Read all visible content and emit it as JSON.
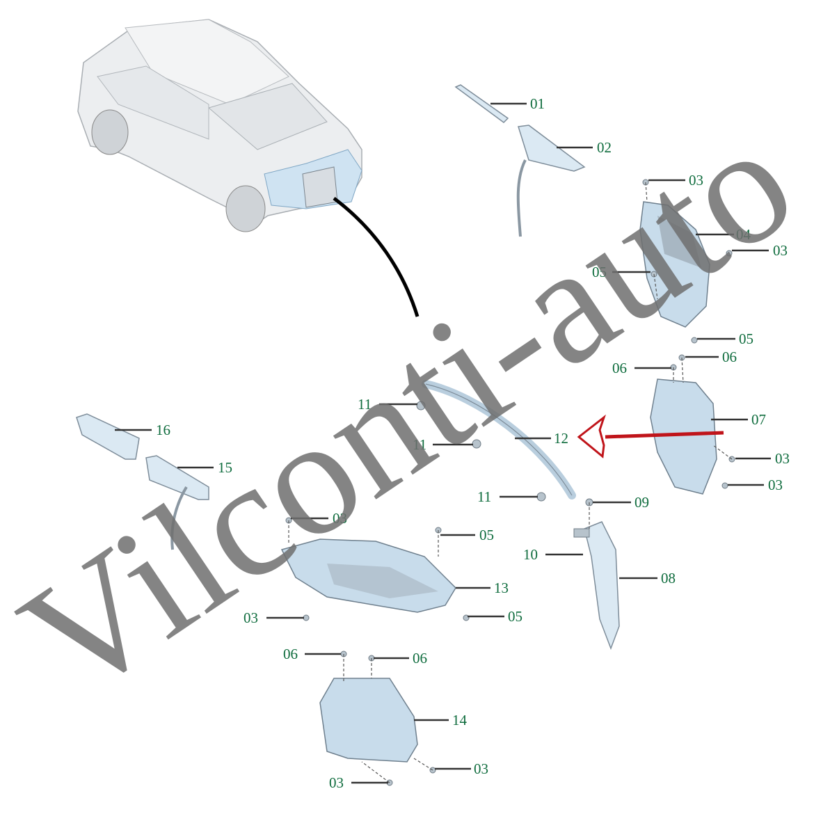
{
  "watermark": "Vilconti-auto",
  "callouts": {
    "c01": "01",
    "c02": "02",
    "c03a": "03",
    "c04": "04",
    "c03b": "03",
    "c05a": "05",
    "c05b": "05",
    "c06a": "06",
    "c06b": "06",
    "c07": "07",
    "c03c": "03",
    "c03d": "03",
    "c12": "12",
    "c11a": "11",
    "c11b": "11",
    "c11c": "11",
    "c09": "09",
    "c10": "10",
    "c08": "08",
    "c16": "16",
    "c15": "15",
    "c03e": "03",
    "c05c": "05",
    "c13": "13",
    "c03f": "03",
    "c05d": "05",
    "c06c": "06",
    "c06d": "06",
    "c14": "14",
    "c03g": "03",
    "c03h": "03"
  },
  "colors": {
    "label": "#0d6b3c",
    "arrow": "#c0141a",
    "part": "#dbe9f3"
  }
}
